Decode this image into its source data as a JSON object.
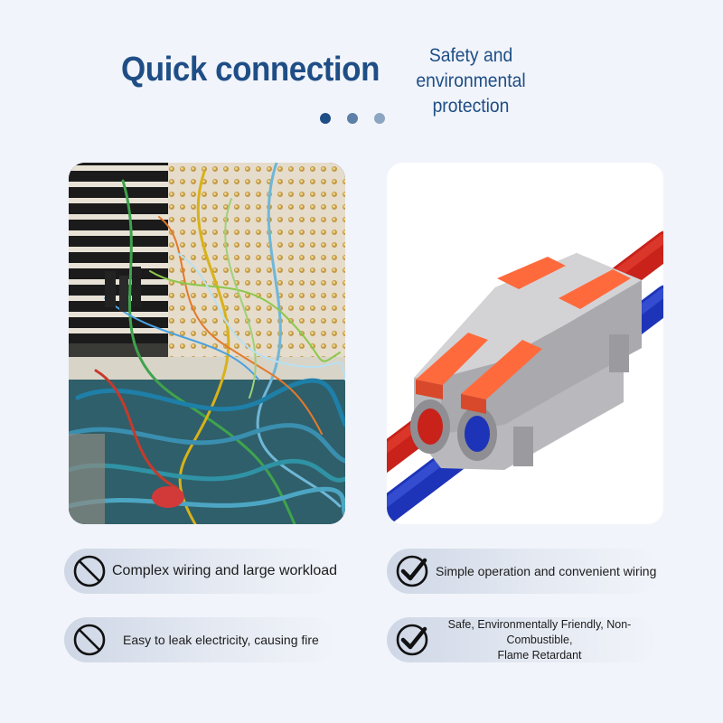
{
  "header": {
    "title": "Quick connection",
    "subtitle_line1": "Safety and environmental",
    "subtitle_line2": "protection"
  },
  "carousel": {
    "active_index": 1,
    "count": 3
  },
  "comparison": {
    "left_items": [
      {
        "icon": "prohibited-icon",
        "text": "Complex wiring and large workload"
      },
      {
        "icon": "prohibited-icon",
        "text": "Easy to leak electricity, causing fire"
      }
    ],
    "right_items": [
      {
        "icon": "check-circle-icon",
        "text": "Simple operation and convenient wiring"
      },
      {
        "icon": "check-circle-icon",
        "text_line1": "Safe, Environmentally Friendly, Non-Combustible,",
        "text_line2": "Flame Retardant"
      }
    ]
  },
  "colors": {
    "brand_blue": "#1f4e86",
    "connector_orange": "#ff6a3d",
    "wire_red": "#d6261f",
    "wire_blue": "#1f3fc8"
  }
}
